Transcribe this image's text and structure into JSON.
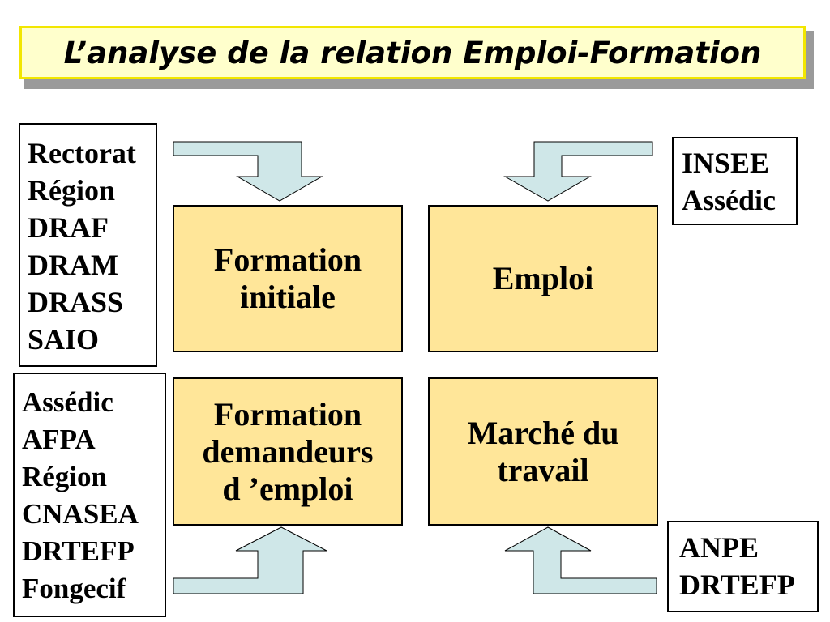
{
  "title": "L’analyse de la relation Emploi-Formation",
  "boxes": {
    "formation_initiale": [
      "Formation",
      "initiale"
    ],
    "emploi": [
      "Emploi"
    ],
    "formation_demandeurs": [
      "Formation",
      "demandeurs",
      "d ’emploi"
    ],
    "marche_travail": [
      "Marché du",
      "travail"
    ]
  },
  "lists": {
    "top_left": [
      "Rectorat",
      "Région",
      "DRAF",
      "DRAM",
      "DRASS",
      "SAIO"
    ],
    "top_right": [
      "INSEE",
      "Assédic"
    ],
    "bottom_left": [
      "Assédic",
      "AFPA",
      "Région",
      "CNASEA",
      "DRTEFP",
      "Fongecif"
    ],
    "bottom_right": [
      "ANPE",
      "DRTEFP"
    ]
  },
  "colors": {
    "box_fill": "#ffe699",
    "title_fill": "#ffffcc",
    "title_border": "#f2e600",
    "arrow_fill": "#cfe7e8"
  }
}
